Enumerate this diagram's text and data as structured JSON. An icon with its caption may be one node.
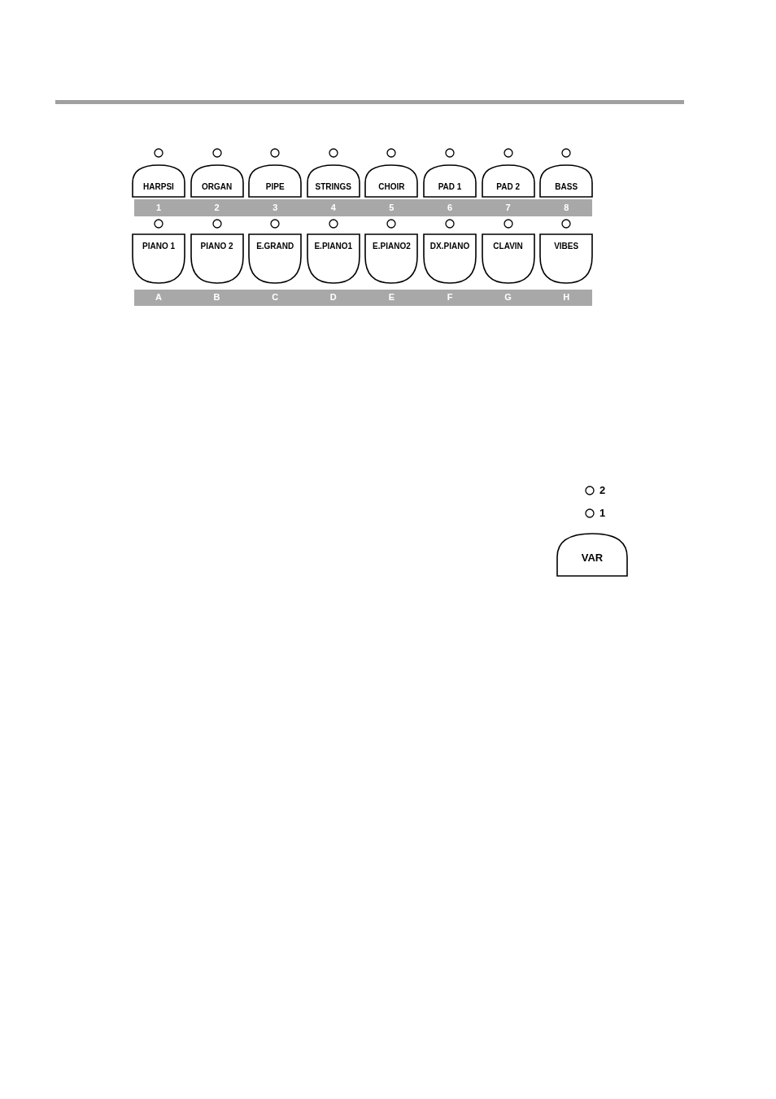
{
  "diagram": {
    "nodes": [
      {
        "text": [
          "HARPSI"
        ]
      },
      {
        "text": [
          "ORGAN"
        ]
      },
      {
        "text": [
          "PIPE"
        ]
      },
      {
        "text": [
          "STRINGS"
        ]
      },
      {
        "text": [
          "CHOIR"
        ]
      },
      {
        "text": [
          "PAD 1"
        ]
      },
      {
        "text": [
          "PAD 2"
        ]
      },
      {
        "text": [
          "BASS"
        ]
      },
      {
        "text": [
          "PIANO 1"
        ]
      },
      {
        "text": [
          "PIANO 2"
        ]
      },
      {
        "text": [
          "E.GRAND"
        ]
      },
      {
        "text": [
          "E.PIANO1"
        ]
      },
      {
        "text": [
          "E.PIANO2"
        ]
      },
      {
        "text": [
          "DX.PIANO"
        ]
      },
      {
        "text": [
          "CLAVIN"
        ]
      },
      {
        "text": [
          "VIBES"
        ]
      },
      {
        "text": [
          "VAR"
        ]
      }
    ],
    "labels": [
      "1",
      "2",
      "3",
      "4",
      "5",
      "6",
      "7",
      "8",
      "A",
      "B",
      "C",
      "D",
      "E",
      "F",
      "G",
      "H",
      "2",
      "1"
    ]
  }
}
